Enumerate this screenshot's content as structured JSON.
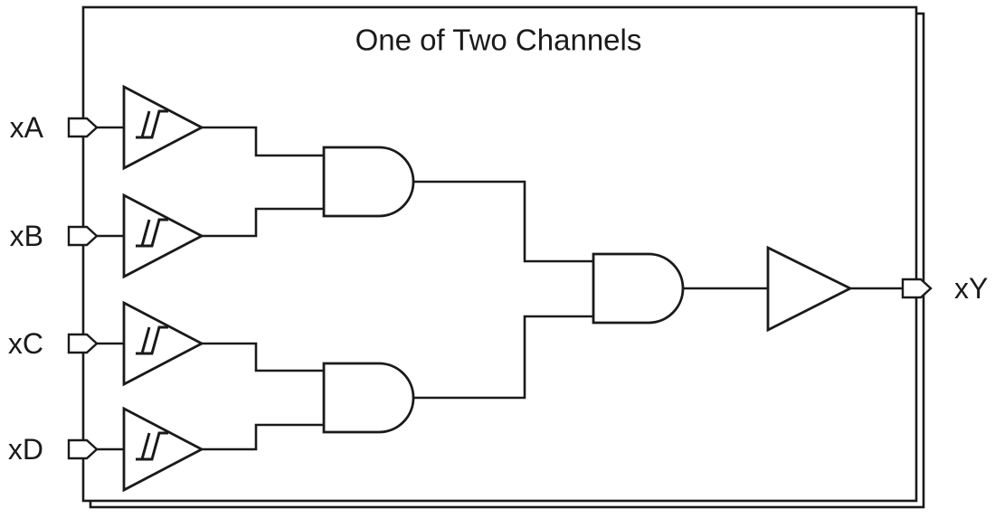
{
  "title": "One of Two Channels",
  "inputs": [
    {
      "label": "xA"
    },
    {
      "label": "xB"
    },
    {
      "label": "xC"
    },
    {
      "label": "xD"
    }
  ],
  "output": {
    "label": "xY"
  },
  "circuit": {
    "type": "logic-schematic",
    "channel_note": "One of Two Channels",
    "components": [
      {
        "id": "schmitt-buffer-a",
        "type": "schmitt-trigger-buffer",
        "input": "xA"
      },
      {
        "id": "schmitt-buffer-b",
        "type": "schmitt-trigger-buffer",
        "input": "xB"
      },
      {
        "id": "schmitt-buffer-c",
        "type": "schmitt-trigger-buffer",
        "input": "xC"
      },
      {
        "id": "schmitt-buffer-d",
        "type": "schmitt-trigger-buffer",
        "input": "xD"
      },
      {
        "id": "and-gate-upper",
        "type": "and-gate",
        "inputs": [
          "schmitt-buffer-a",
          "schmitt-buffer-b"
        ]
      },
      {
        "id": "and-gate-lower",
        "type": "and-gate",
        "inputs": [
          "schmitt-buffer-c",
          "schmitt-buffer-d"
        ]
      },
      {
        "id": "and-gate-final",
        "type": "and-gate",
        "inputs": [
          "and-gate-upper",
          "and-gate-lower"
        ]
      },
      {
        "id": "output-buffer",
        "type": "buffer",
        "input": "and-gate-final",
        "output": "xY"
      }
    ]
  },
  "colors": {
    "line": "#1a1a1a",
    "background": "#ffffff"
  }
}
